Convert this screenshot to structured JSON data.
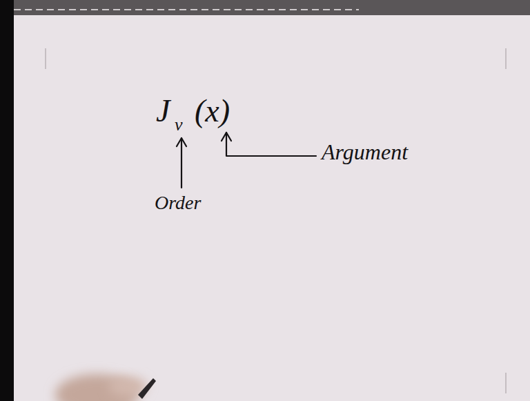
{
  "diagram": {
    "labels": [
      "J",
      "ν",
      "(x)",
      "Argument",
      "Order"
    ]
  }
}
